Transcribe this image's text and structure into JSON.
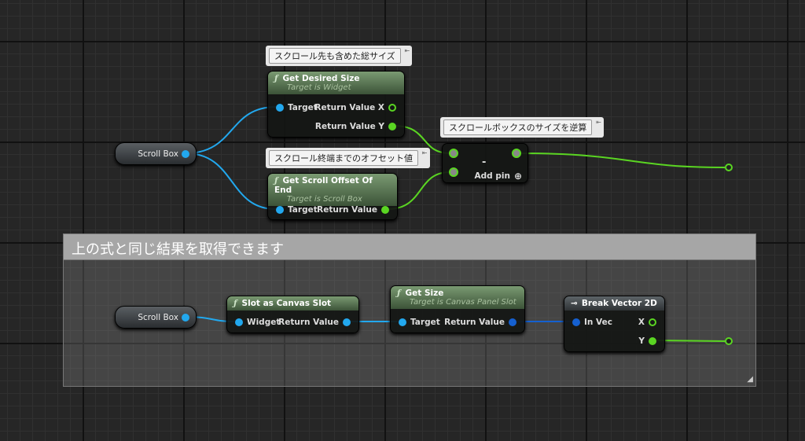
{
  "comment_group": {
    "title": "上の式と同じ結果を取得できます"
  },
  "bubbles": {
    "desired": "スクロール先も含めた総サイズ",
    "offset": "スクロール終端までのオフセット値",
    "minus": "スクロールボックスのサイズを逆算"
  },
  "top": {
    "scroll_box": "Scroll Box",
    "get_desired_size": {
      "title": "Get Desired Size",
      "subtitle": "Target is Widget",
      "target": "Target",
      "ret_x": "Return Value X",
      "ret_y": "Return Value Y"
    },
    "get_scroll_offset": {
      "title": "Get Scroll Offset Of End",
      "subtitle": "Target is Scroll Box",
      "target": "Target",
      "ret": "Return Value"
    },
    "minus": {
      "symbol": "-",
      "add_pin": "Add pin"
    }
  },
  "bottom": {
    "scroll_box": "Scroll Box",
    "slot_as_canvas": {
      "title": "Slot as Canvas Slot",
      "widget": "Widget",
      "ret": "Return Value"
    },
    "get_size": {
      "title": "Get Size",
      "subtitle": "Target is Canvas Panel Slot",
      "target": "Target",
      "ret": "Return Value"
    },
    "break_vector": {
      "title": "Break Vector 2D",
      "in": "In Vec",
      "x": "X",
      "y": "Y"
    }
  },
  "colors": {
    "object_pin": "#22a8ee",
    "struct_pin": "#1560d0",
    "float_pin": "#5ad522"
  }
}
